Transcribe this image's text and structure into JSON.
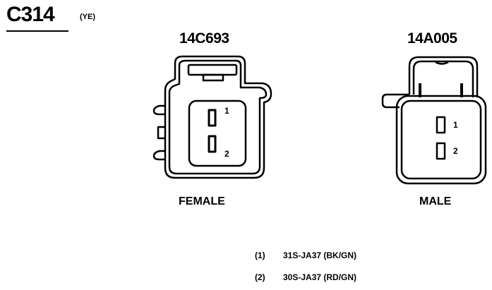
{
  "connector": {
    "id": "C314",
    "color_code": "(YE)"
  },
  "female": {
    "part_number": "14C693",
    "label": "FEMALE",
    "pins": [
      "1",
      "2"
    ]
  },
  "male": {
    "part_number": "14A005",
    "label": "MALE",
    "pins": [
      "1",
      "2"
    ]
  },
  "pinout": [
    {
      "index": "(1)",
      "circuit": "31S-JA37 (BK/GN)"
    },
    {
      "index": "(2)",
      "circuit": "30S-JA37 (RD/GN)"
    }
  ]
}
